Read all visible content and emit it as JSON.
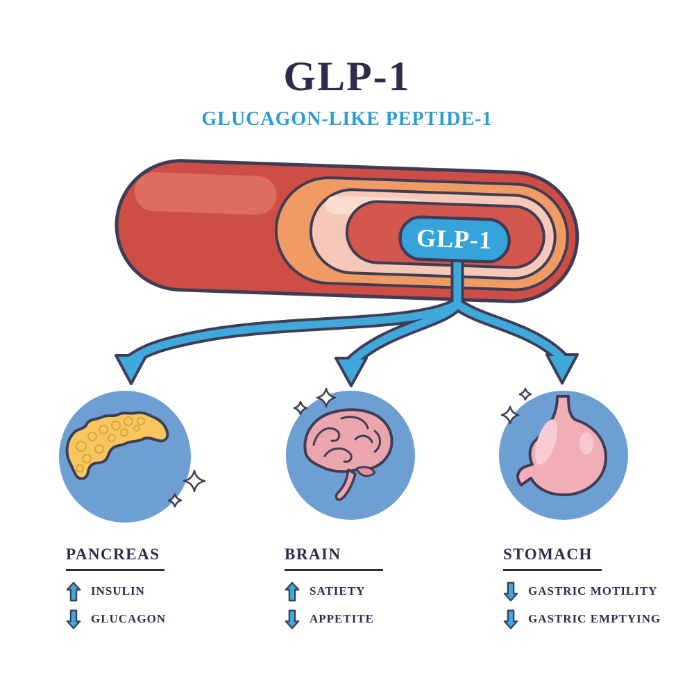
{
  "title": "GLP-1",
  "subtitle": "GLUCAGON-LIKE PEPTIDE-1",
  "vessel": {
    "label": "GLP-1",
    "description": "blood-vessel-cutaway"
  },
  "organs": [
    {
      "name": "PANCREAS",
      "icon": "pancreas-icon",
      "effects": [
        {
          "direction": "up",
          "icon": "up-arrow-icon",
          "label": "INSULIN"
        },
        {
          "direction": "down",
          "icon": "down-arrow-icon",
          "label": "GLUCAGON"
        }
      ]
    },
    {
      "name": "BRAIN",
      "icon": "brain-icon",
      "effects": [
        {
          "direction": "up",
          "icon": "up-arrow-icon",
          "label": "SATIETY"
        },
        {
          "direction": "down",
          "icon": "down-arrow-icon",
          "label": "APPETITE"
        }
      ]
    },
    {
      "name": "STOMACH",
      "icon": "stomach-icon",
      "effects": [
        {
          "direction": "down",
          "icon": "down-arrow-icon",
          "label": "GASTRIC MOTILITY"
        },
        {
          "direction": "down",
          "icon": "down-arrow-icon",
          "label": "GASTRIC EMPTYING"
        }
      ]
    }
  ],
  "colors": {
    "outline": "#3f3d56",
    "text": "#2e2c4a",
    "subtitle_blue": "#2b9cd8",
    "accent_blue": "#3fa9dc",
    "circle_blue": "#6e9fd3",
    "vessel_red": "#ce4e45",
    "vessel_orange": "#f09a64",
    "vessel_pink": "#f7c8b8",
    "pancreas_yellow": "#f6c75f",
    "organ_pink": "#eba6ad"
  }
}
